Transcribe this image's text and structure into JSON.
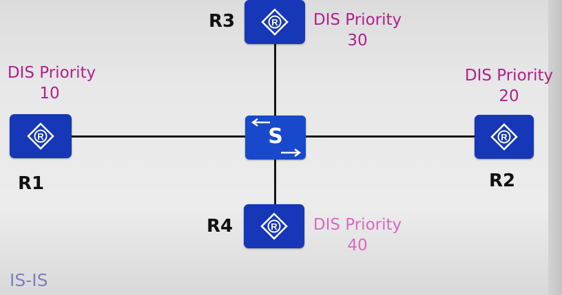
{
  "diagram": {
    "switch": {
      "label": "S"
    },
    "routers": [
      {
        "id": "r1",
        "name": "R1",
        "icon": "router-icon",
        "priority_label": "DIS Priority",
        "priority": "10"
      },
      {
        "id": "r2",
        "name": "R2",
        "icon": "router-icon",
        "priority_label": "DIS Priority",
        "priority": "20"
      },
      {
        "id": "r3",
        "name": "R3",
        "icon": "router-icon",
        "priority_label": "DIS Priority",
        "priority": "30"
      },
      {
        "id": "r4",
        "name": "R4",
        "icon": "router-icon",
        "priority_label": "DIS Priority",
        "priority": "40"
      }
    ],
    "footer": "IS-IS"
  },
  "colors": {
    "device_fill": "#1537b8",
    "switch_fill": "#1848cc",
    "link": "#151515",
    "priority_text": "#b0208c",
    "priority_text_light": "#d86ac0",
    "footer_text": "#7b7fbf"
  }
}
